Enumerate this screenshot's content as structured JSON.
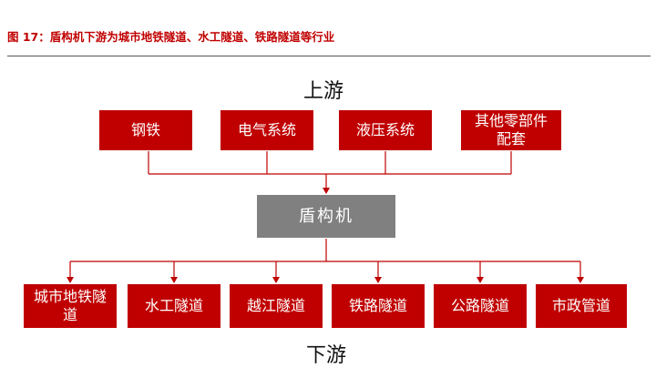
{
  "figure_title": "图 17：盾构机下游为城市地铁隧道、水工隧道、铁路隧道等行业",
  "colors": {
    "red": "#c00000",
    "gray": "#808080",
    "accent": "#c00000"
  },
  "upstream": {
    "label": "上游",
    "items": [
      "钢铁",
      "电气系统",
      "液压系统",
      "其他零部件配套"
    ]
  },
  "center": {
    "label": "盾构机"
  },
  "downstream": {
    "label": "下游",
    "items": [
      "城市地铁隧道",
      "水工隧道",
      "越江隧道",
      "铁路隧道",
      "公路隧道",
      "市政管道"
    ]
  }
}
